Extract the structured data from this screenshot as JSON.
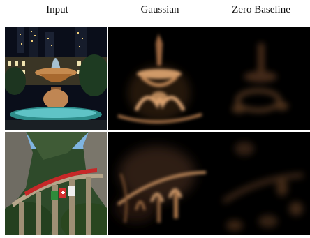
{
  "figure": {
    "columns": [
      {
        "key": "input",
        "label": "Input"
      },
      {
        "key": "gaussian",
        "label": "Gaussian"
      },
      {
        "key": "zero",
        "label": "Zero Baseline"
      }
    ],
    "rows": [
      {
        "key": "fountain",
        "subject": "fountain at night"
      },
      {
        "key": "viaduct",
        "subject": "train on a stone viaduct"
      }
    ],
    "colors": {
      "saliency_bright": "#e3a673",
      "saliency_mid": "#8a5a36",
      "background": "#000000"
    }
  }
}
